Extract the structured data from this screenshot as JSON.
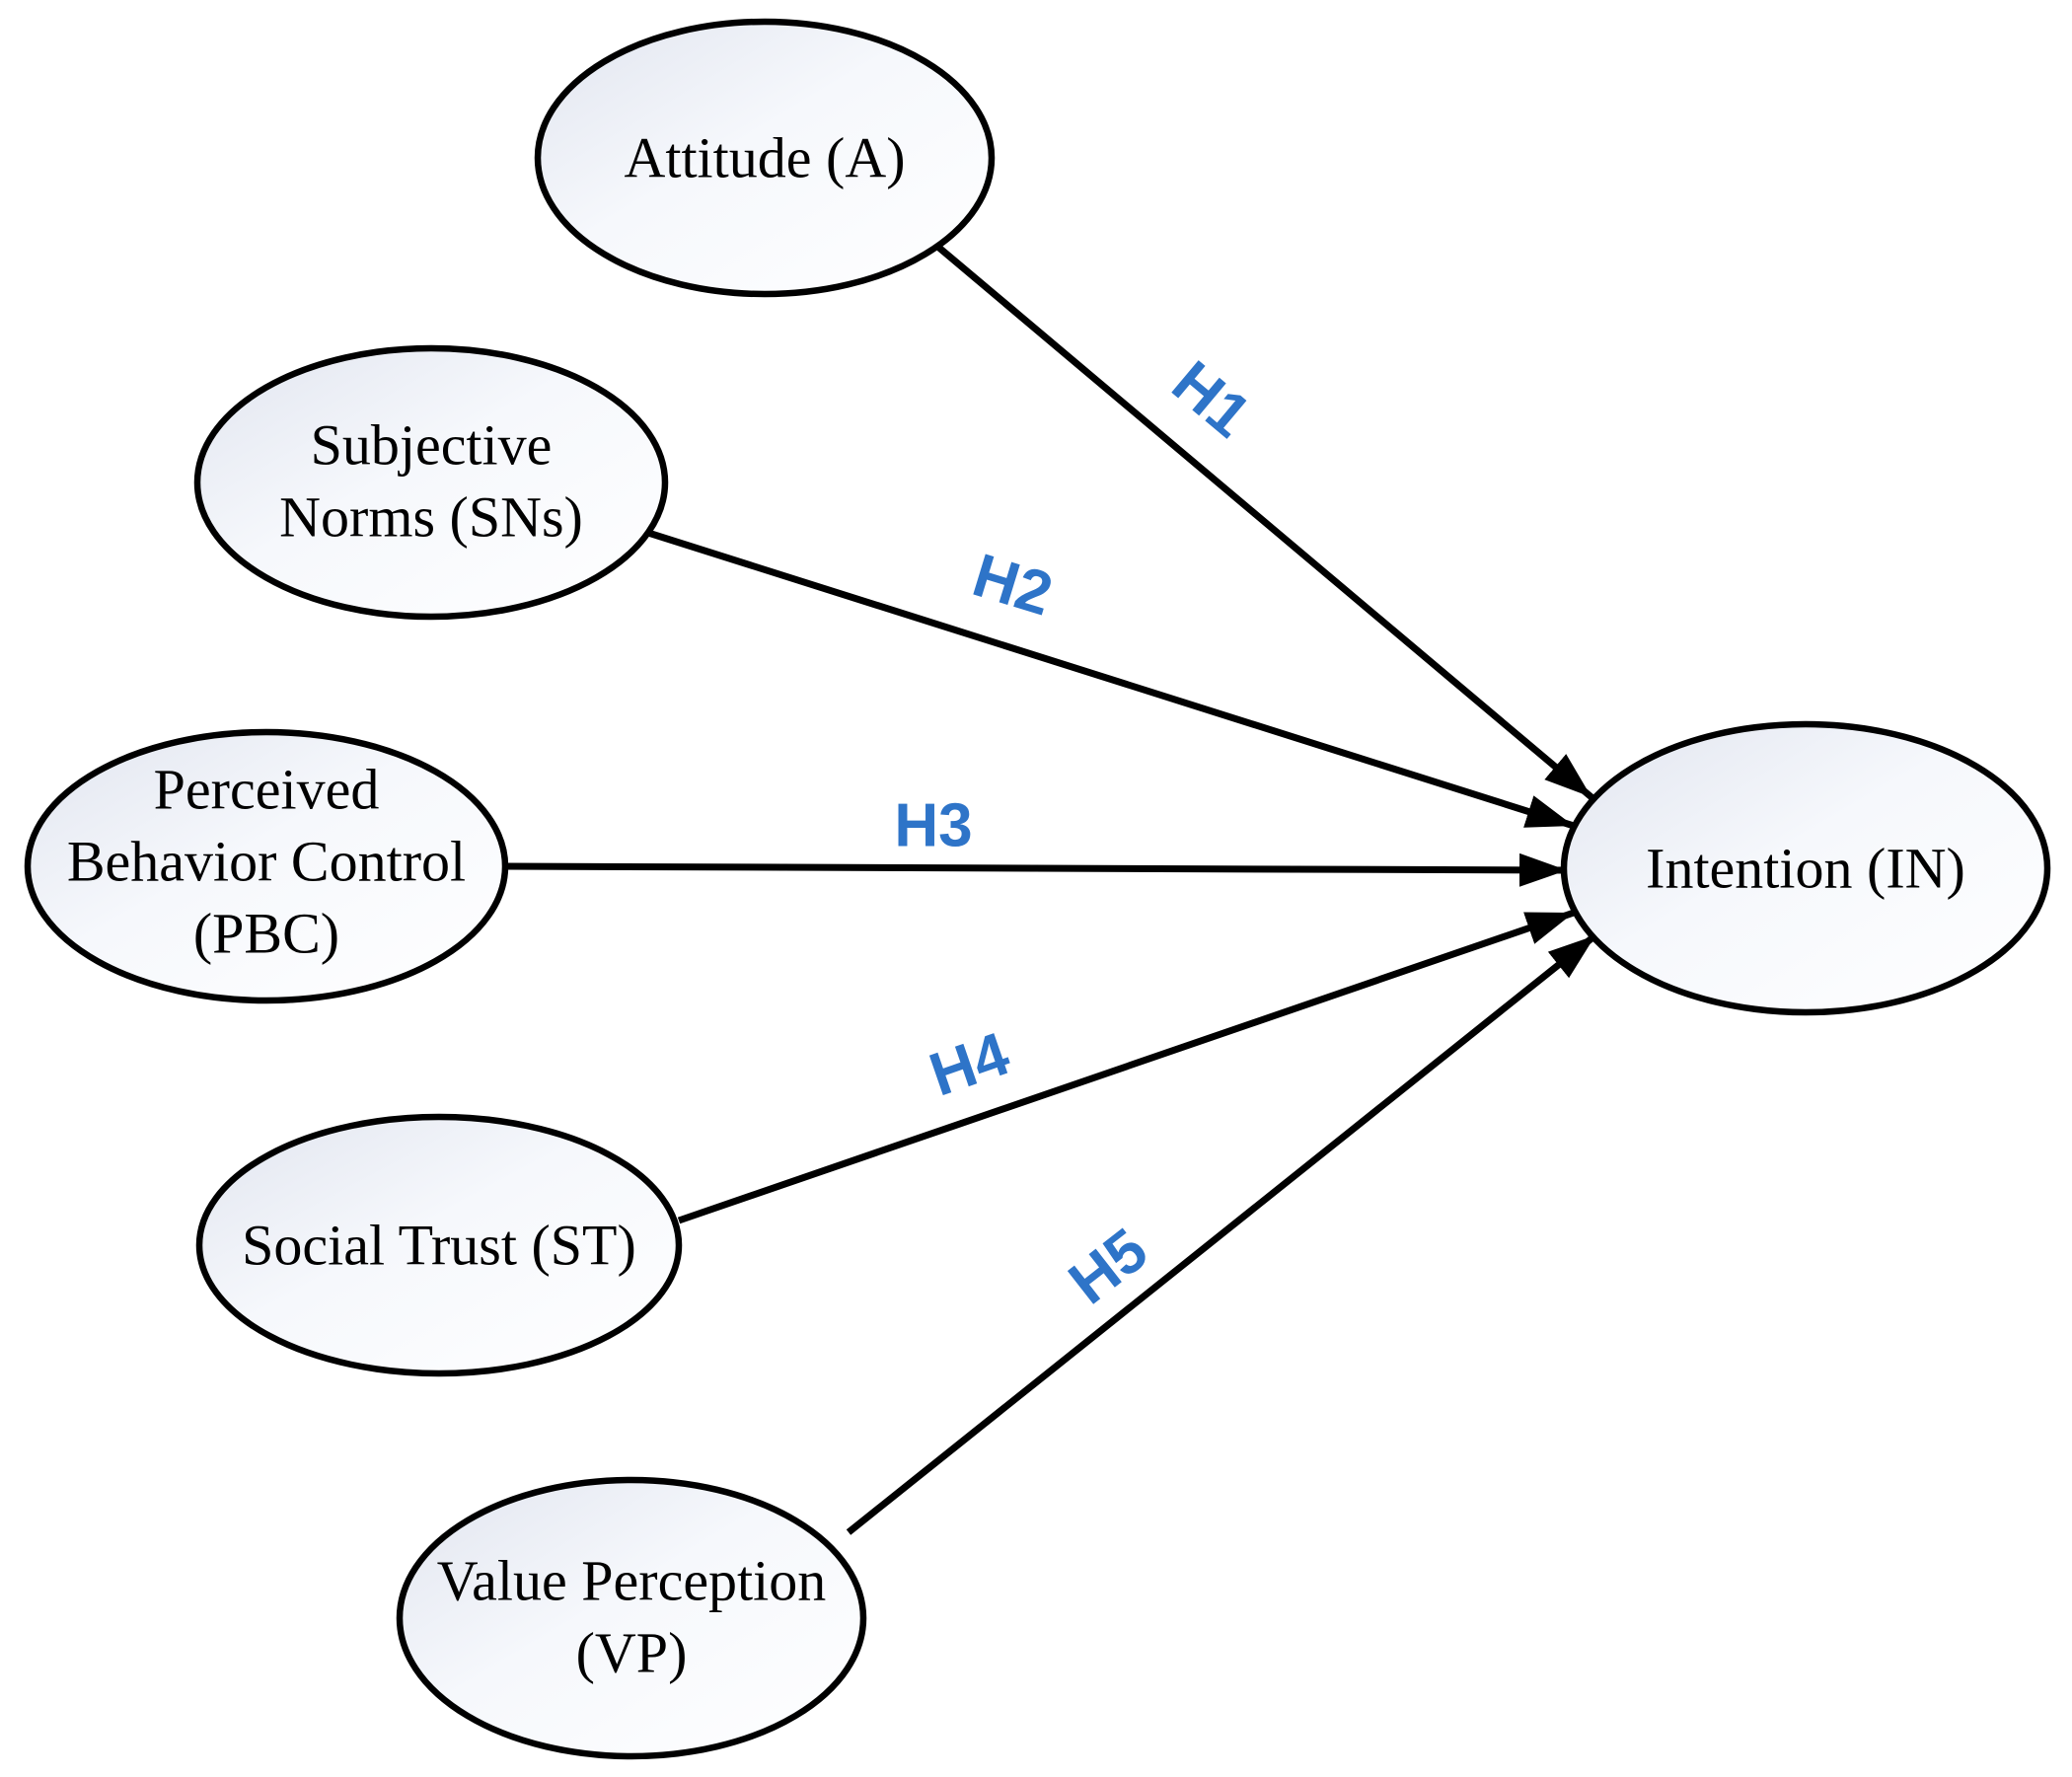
{
  "figure": {
    "type": "path-diagram",
    "colors": {
      "background": "#ffffff",
      "node_border": "#000000",
      "node_text": "#000000",
      "node_fill_shade": "#e1e5ef",
      "node_fill_mid": "#f6f8fc",
      "node_fill_light": "#ffffff",
      "arrow": "#000000",
      "hypothesis_label": "#2E74C8"
    }
  },
  "nodes": {
    "attitude": {
      "lines": [
        "Attitude (A)"
      ]
    },
    "subjective_norms": {
      "lines": [
        "Subjective",
        "Norms (SNs)"
      ]
    },
    "perceived_behavior_control": {
      "lines": [
        "Perceived",
        "Behavior Control",
        "(PBC)"
      ]
    },
    "social_trust": {
      "lines": [
        "Social Trust (ST)"
      ]
    },
    "value_perception": {
      "lines": [
        "Value Perception",
        "(VP)"
      ]
    },
    "intention": {
      "lines": [
        "Intention (IN)"
      ]
    }
  },
  "edges": [
    {
      "label": "H1",
      "from": "Attitude (A)",
      "to": "Intention (IN)"
    },
    {
      "label": "H2",
      "from": "Subjective Norms (SNs)",
      "to": "Intention (IN)"
    },
    {
      "label": "H3",
      "from": "Perceived Behavior Control (PBC)",
      "to": "Intention (IN)"
    },
    {
      "label": "H4",
      "from": "Social Trust (ST)",
      "to": "Intention (IN)"
    },
    {
      "label": "H5",
      "from": "Value Perception (VP)",
      "to": "Intention (IN)"
    }
  ]
}
